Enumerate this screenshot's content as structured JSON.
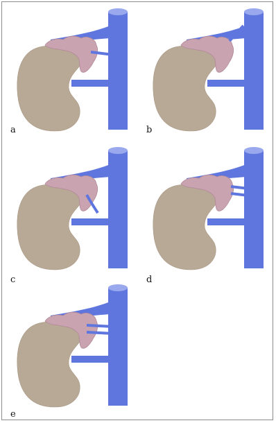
{
  "figure": {
    "panels": [
      {
        "id": "a",
        "label": "a",
        "variant": "single-low"
      },
      {
        "id": "b",
        "label": "b",
        "variant": "single-high"
      },
      {
        "id": "c",
        "label": "c",
        "variant": "single-down"
      },
      {
        "id": "d",
        "label": "d",
        "variant": "double"
      },
      {
        "id": "e",
        "label": "e",
        "variant": "double-low"
      }
    ]
  },
  "colors": {
    "vessel": "#5f76df",
    "vessel_top": "#9aa8ee",
    "kidney": "#b8a896",
    "adrenal": "#c9a4b0",
    "adrenal_edge": "#b18898",
    "border": "#8a8a8a"
  }
}
